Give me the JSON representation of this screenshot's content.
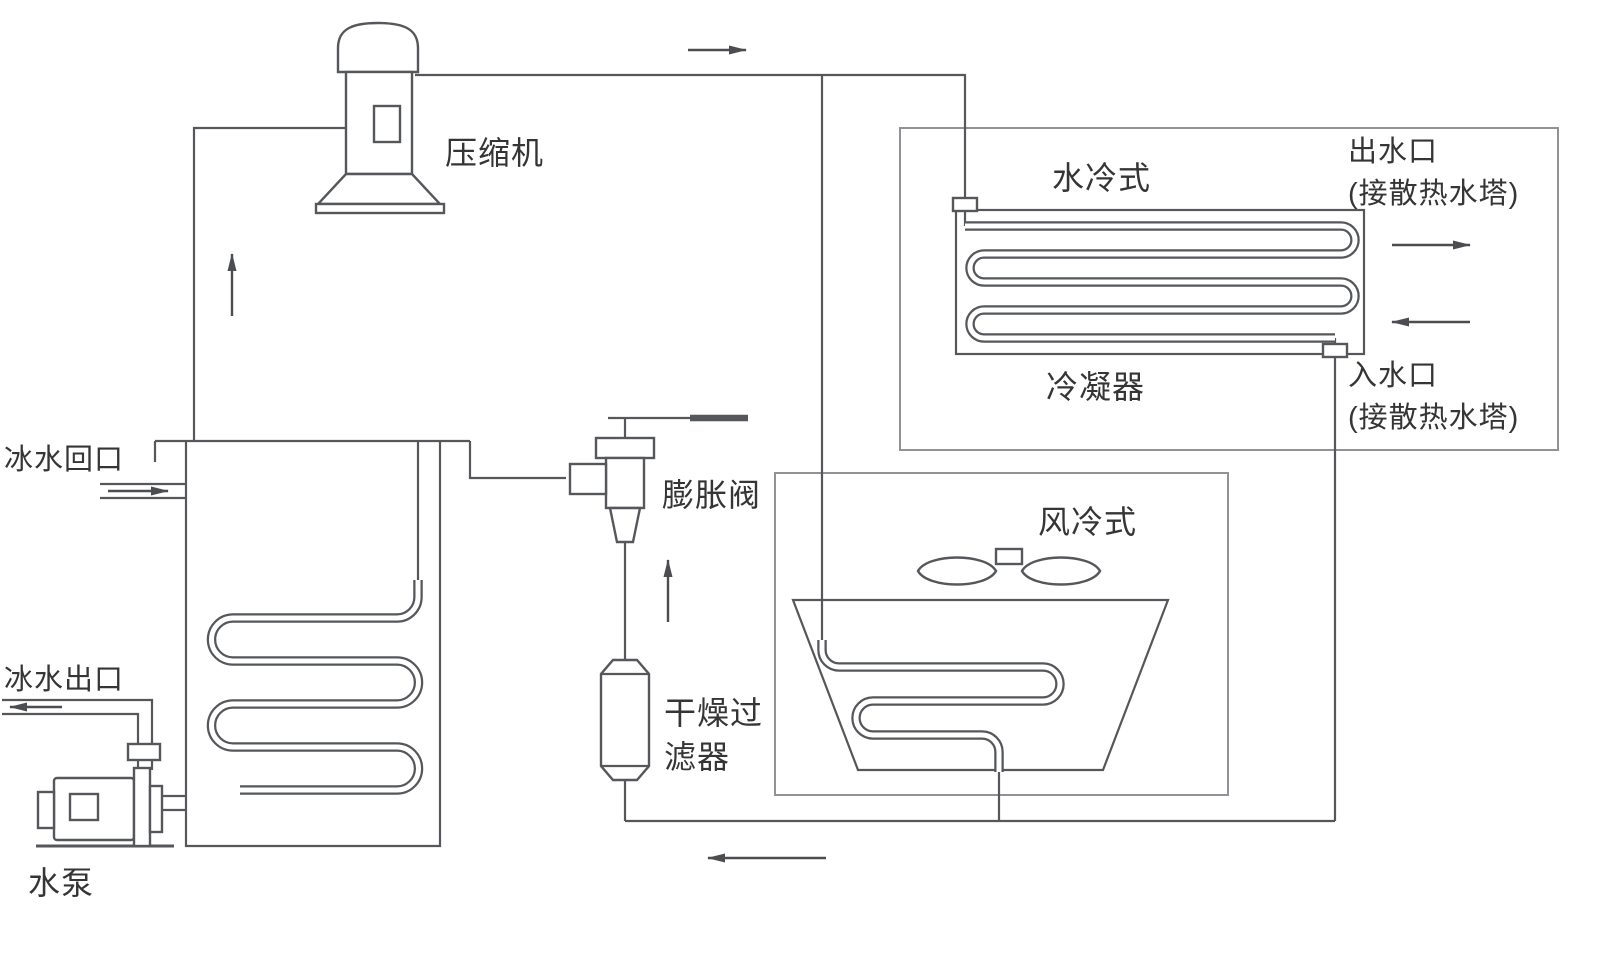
{
  "diagram": {
    "colors": {
      "background": "#ffffff",
      "line": "#55575b",
      "box_border": "#909296",
      "text": "#353535"
    },
    "labels": {
      "compressor": "压缩机",
      "water_cooled_type": "水冷式",
      "water_outlet": "出水口",
      "water_outlet_note": "(接散热水塔)",
      "condenser": "冷凝器",
      "water_inlet": "入水口",
      "water_inlet_note": "(接散热水塔)",
      "air_cooled_type": "风冷式",
      "ice_water_return": "冰水回口",
      "ice_water_outlet": "冰水出口",
      "water_pump": "水泵",
      "expansion_valve": "膨胀阀",
      "drier_filter_line1": "干燥过",
      "drier_filter_line2": "滤器"
    }
  }
}
